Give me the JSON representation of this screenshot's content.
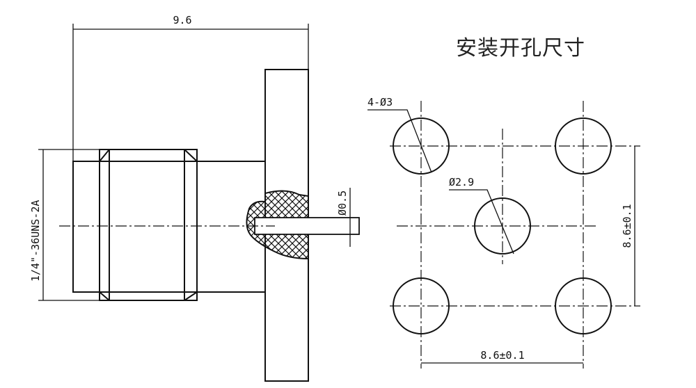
{
  "title": "安装开孔尺寸",
  "side_view": {
    "length_dim": "9.6",
    "thread_dim": "1/4\"-36UNS-2A",
    "pin_dim": "Ø0.5"
  },
  "hole_pattern": {
    "mount_holes": "4-Ø3",
    "center_hole": "Ø2.9",
    "horizontal_spacing": "8.6±0.1",
    "vertical_spacing": "8.6±0.1"
  }
}
